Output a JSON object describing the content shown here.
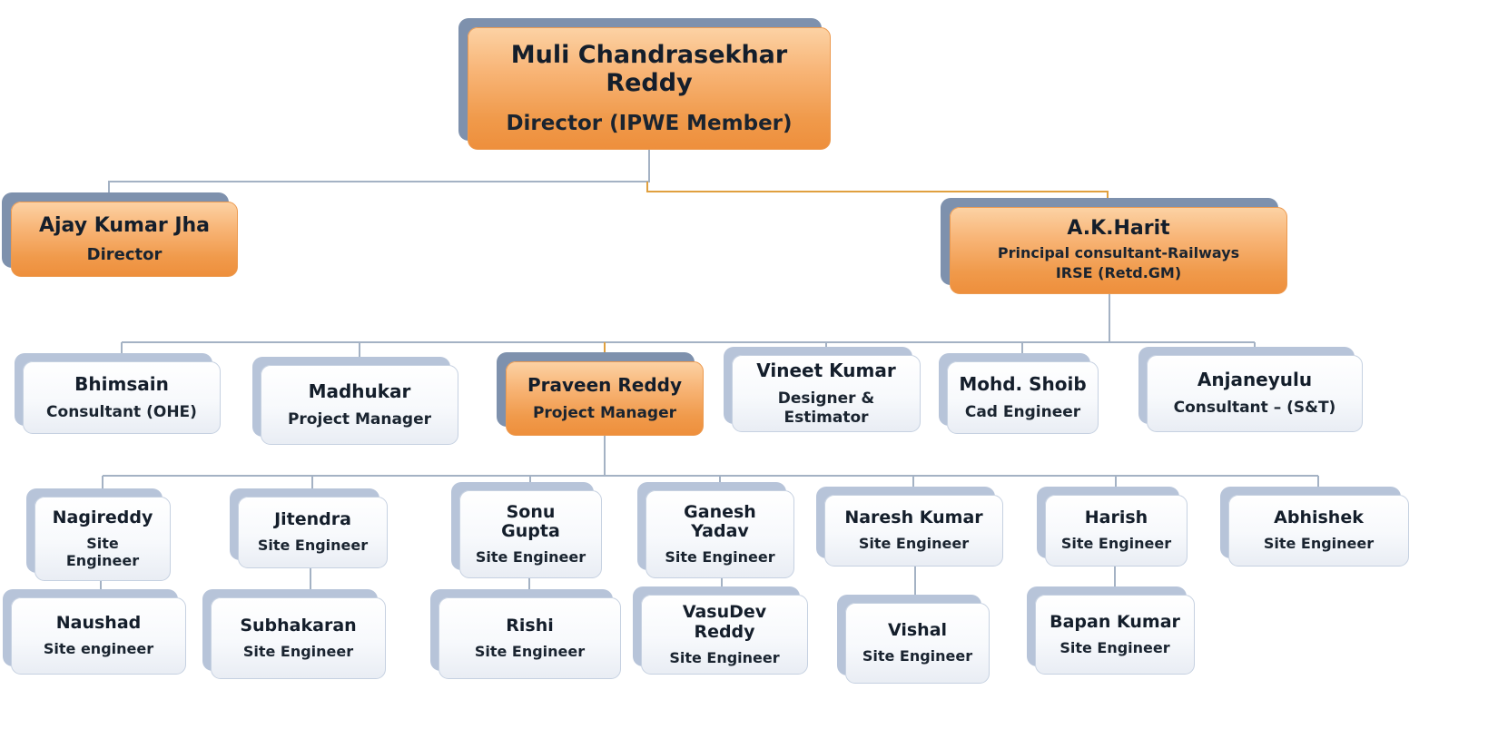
{
  "chart_title": "",
  "colors": {
    "box_orange_top": "#fcd2a4",
    "box_orange_bottom": "#ee8f3c",
    "box_light_top": "#ffffff",
    "box_light_bottom": "#e9edf4",
    "shadow_dark": "#7e91ad",
    "shadow_light": "#b7c4d9",
    "connector_gray": "#a4b2c4",
    "connector_orange": "#e0a03f",
    "text": "#141e2b"
  },
  "nodes": {
    "director_top": {
      "name": "Muli Chandrasekhar Reddy",
      "title": "Director (IPWE Member)"
    },
    "ajay": {
      "name": "Ajay Kumar Jha",
      "title": "Director"
    },
    "harit": {
      "name": "A.K.Harit",
      "title": "Principal consultant-Railways",
      "title2": "IRSE (Retd.GM)"
    },
    "bhimsain": {
      "name": "Bhimsain",
      "title": "Consultant (OHE)"
    },
    "madhukar": {
      "name": "Madhukar",
      "title": "Project Manager"
    },
    "praveen": {
      "name": "Praveen Reddy",
      "title": "Project Manager"
    },
    "vineet": {
      "name": "Vineet Kumar",
      "title": "Designer & Estimator"
    },
    "shoib": {
      "name": "Mohd. Shoib",
      "title": "Cad Engineer"
    },
    "anjaneyulu": {
      "name": "Anjaneyulu",
      "title": "Consultant – (S&T)"
    },
    "nagireddy": {
      "name": "Nagireddy",
      "title": "Site Engineer"
    },
    "jitendra": {
      "name": "Jitendra",
      "title": "Site Engineer"
    },
    "sonu": {
      "name": "Sonu Gupta",
      "title": "Site Engineer"
    },
    "ganesh": {
      "name": "Ganesh Yadav",
      "title": "Site Engineer"
    },
    "naresh": {
      "name": "Naresh Kumar",
      "title": "Site Engineer"
    },
    "harish": {
      "name": "Harish",
      "title": "Site Engineer"
    },
    "abhishek": {
      "name": "Abhishek",
      "title": "Site Engineer"
    },
    "naushad": {
      "name": "Naushad",
      "title": "Site engineer"
    },
    "subhakaran": {
      "name": "Subhakaran",
      "title": "Site Engineer"
    },
    "rishi": {
      "name": "Rishi",
      "title": "Site Engineer"
    },
    "vasudev": {
      "name": "VasuDev Reddy",
      "title": "Site Engineer"
    },
    "vishal": {
      "name": "Vishal",
      "title": "Site Engineer"
    },
    "bapan": {
      "name": "Bapan Kumar",
      "title": "Site Engineer"
    }
  }
}
